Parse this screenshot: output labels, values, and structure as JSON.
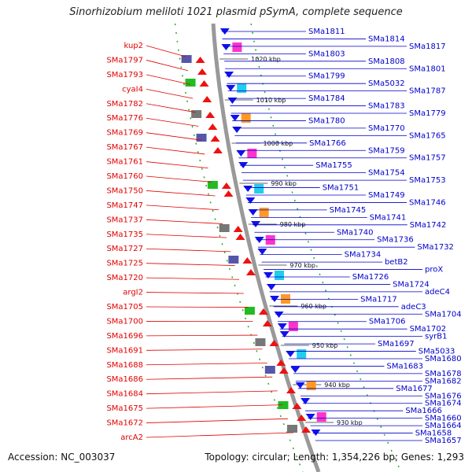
{
  "title": "Sinorhizobium meliloti 1021 plasmid pSymA, complete sequence",
  "footer": {
    "accession": "Accession: NC_003037",
    "summary": "Topology: circular; Length: 1,354,226 bp; Genes: 1,293"
  },
  "colors": {
    "forward_label": "#e00000",
    "reverse_label": "#0000cc",
    "backbone": "#999999",
    "tick": "#22aa22"
  },
  "kbp_marks": [
    "1020 kbp",
    "1010 kbp",
    "1000 kbp",
    "990 kbp",
    "980 kbp",
    "970 kbp",
    "960 kbp",
    "950 kbp",
    "940 kbp",
    "930 kbp"
  ],
  "left_labels": [
    "kup2",
    "SMa1797",
    "SMa1793",
    "cyaI4",
    "SMa1782",
    "SMa1776",
    "SMa1769",
    "SMa1767",
    "SMa1761",
    "SMa1760",
    "SMa1750",
    "SMa1747",
    "SMa1737",
    "SMa1735",
    "SMa1727",
    "SMa1725",
    "SMa1720",
    "argI2",
    "SMa1705",
    "SMa1700",
    "SMa1696",
    "SMa1691",
    "SMa1688",
    "SMa1686",
    "SMa1684",
    "SMa1675",
    "SMa1672",
    "arcA2"
  ],
  "right_labels": [
    "SMa1811",
    "SMa1814",
    "SMa1817",
    "SMa1803",
    "SMa1808",
    "SMa1801",
    "SMa1799",
    "SMa5032",
    "SMa1787",
    "SMa1784",
    "SMa1783",
    "SMa1779",
    "SMa1780",
    "SMa1770",
    "SMa1765",
    "SMa1766",
    "SMa1759",
    "SMa1757",
    "SMa1755",
    "SMa1754",
    "SMa1753",
    "SMa1751",
    "SMa1749",
    "SMa1746",
    "SMa1745",
    "SMa1741",
    "SMa1742",
    "SMa1740",
    "SMa1736",
    "SMa1732",
    "SMa1734",
    "betB2",
    "proX",
    "SMa1726",
    "SMa1724",
    "adeC4",
    "SMa1717",
    "adeC3",
    "SMa1704",
    "SMa1706",
    "SMa1702",
    "syrB1",
    "SMa1697",
    "SMa5033",
    "SMa1680",
    "SMa1683",
    "SMa1678",
    "SMa1682",
    "SMa1677",
    "SMa1676",
    "SMa1674",
    "SMa1666",
    "SMa1660",
    "SMa1664",
    "SMa1658",
    "SMa1657"
  ]
}
